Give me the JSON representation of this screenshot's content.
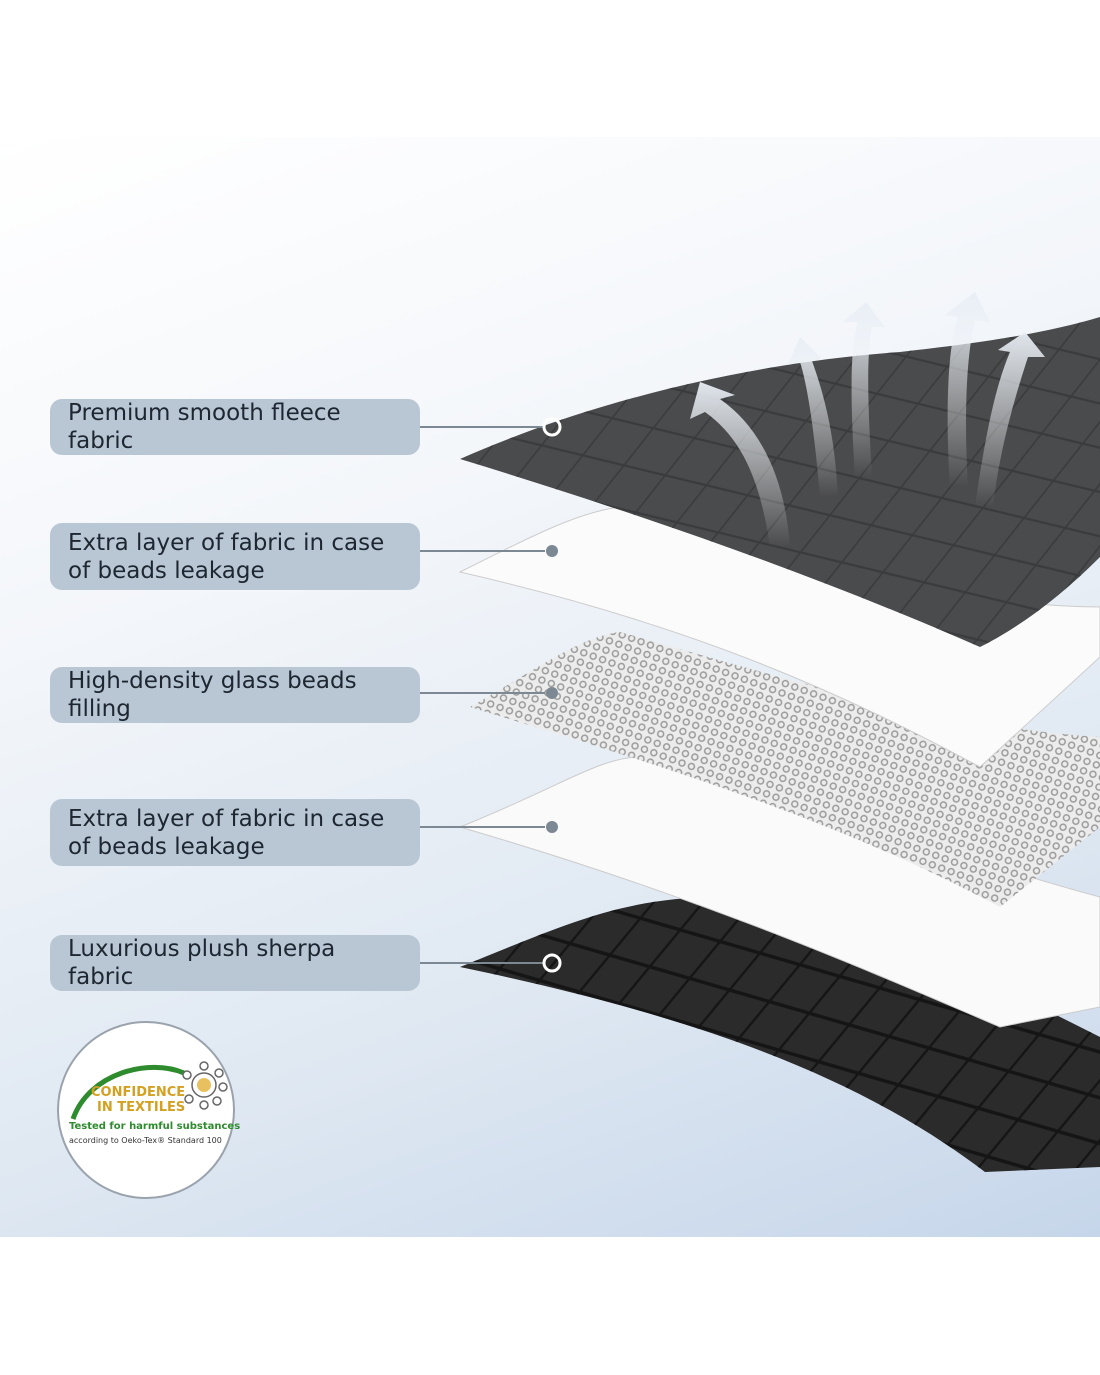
{
  "labels": [
    {
      "text": "Premium smooth fleece fabric"
    },
    {
      "text": "Extra layer of fabric in case of beads leakage"
    },
    {
      "text": "High-density glass beads filling"
    },
    {
      "text": "Extra layer of fabric in case of beads leakage"
    },
    {
      "text": "Luxurious plush sherpa fabric"
    }
  ],
  "badge": {
    "line1": "CONFIDENCE",
    "line2": "IN TEXTILES",
    "line3": "Tested for harmful substances",
    "line4": "according to Oeko-Tex® Standard 100"
  },
  "colors": {
    "label_bg": "#b9c7d5",
    "fleece": "#4a4b4d",
    "sherpa": "#2b2b2c",
    "badge_green": "#2e8b2e",
    "badge_gold": "#d4a021"
  }
}
